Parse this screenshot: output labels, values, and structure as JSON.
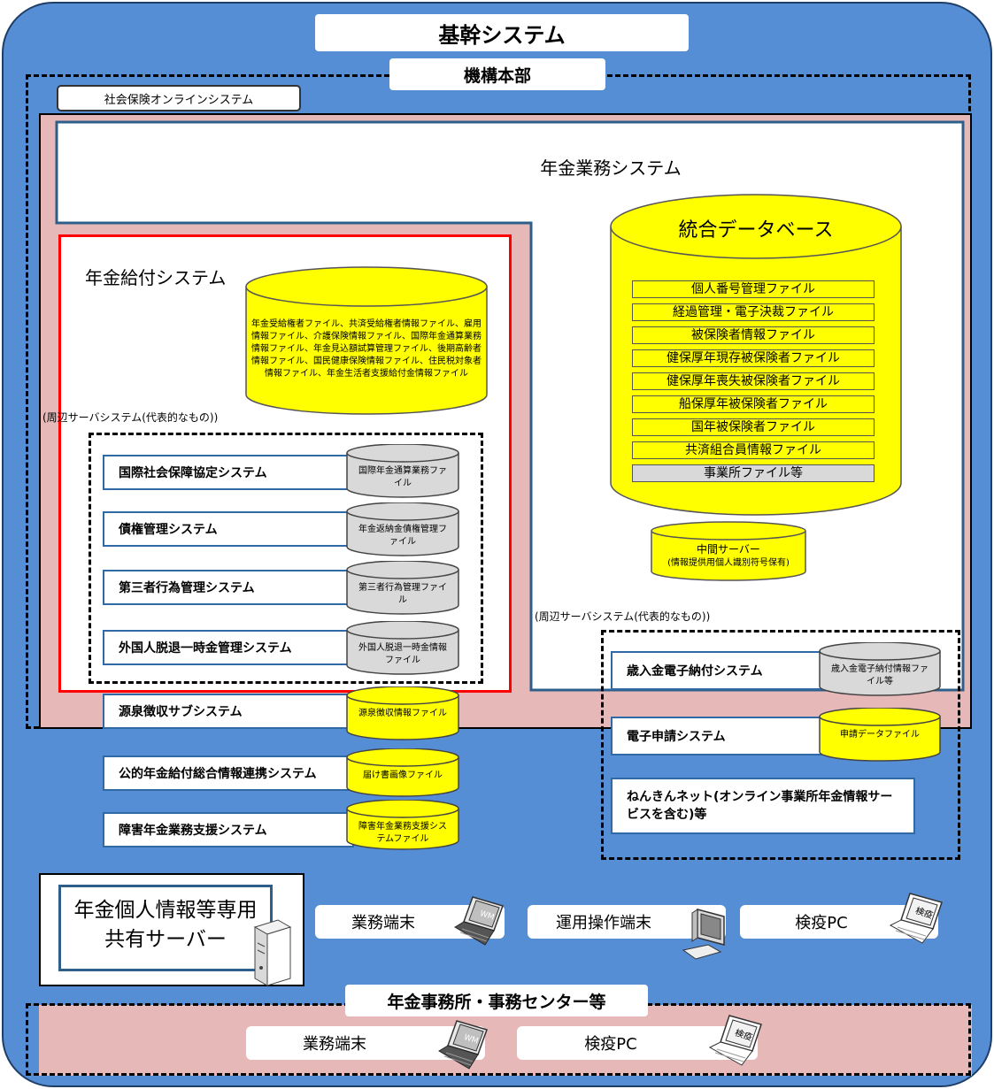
{
  "title": "基幹システム",
  "hq_label": "機構本部",
  "online_system_label": "社会保険オンラインシステム",
  "pension_business_system": "年金業務システム",
  "pension_benefit_system": "年金給付システム",
  "benefit_db_text": "年金受給権者ファイル、共済受給権者情報ファイル、雇用情報ファイル、介護保険情報ファイル、国際年金通算業務情報ファイル、年金見込額試算管理ファイル、後期高齢者情報ファイル、国民健康保険情報ファイル、住民税対象者情報ファイル、年金生活者支援給付金情報ファイル",
  "peripheral_label_left": "(周辺サーバシステム(代表的なもの))",
  "peripheral_label_right": "(周辺サーバシステム(代表的なもの))",
  "left_systems": [
    {
      "label": "国際社会保障協定システム",
      "db": "国際年金通算業務ファイル"
    },
    {
      "label": "債権管理システム",
      "db": "年金返納金債権管理ファイル"
    },
    {
      "label": "第三者行為管理システム",
      "db": "第三者行為管理ファイル"
    },
    {
      "label": "外国人脱退一時金管理システム",
      "db": "外国人脱退一時金情報ファイル"
    },
    {
      "label": "源泉徴収サブシステム",
      "db": "源泉徴収情報ファイル"
    },
    {
      "label": "公的年金給付総合情報連携システム",
      "db": "届け書画像ファイル"
    },
    {
      "label": "障害年金業務支援システム",
      "db": "障害年金業務支援システムファイル"
    }
  ],
  "integrated_db": {
    "title": "統合データベース",
    "files": [
      "個人番号管理ファイル",
      "経過管理・電子決裁ファイル",
      "被保険者情報ファイル",
      "健保厚年現存被保険者ファイル",
      "健保厚年喪失被保険者ファイル",
      "船保厚年被保険者ファイル",
      "国年被保険者ファイル",
      "共済組合員情報ファイル"
    ],
    "last_file": "事業所ファイル等"
  },
  "middle_server": {
    "line1": "中間サーバー",
    "line2": "(情報提供用個人識別符号保有)"
  },
  "right_systems": [
    {
      "label": "歳入金電子納付システム",
      "db": "歳入金電子納付情報ファイル等"
    },
    {
      "label": "電子申請システム",
      "db": "申請データファイル"
    }
  ],
  "nenkin_net": "ねんきんネット(オンライン事業所年金情報サービスを含む)等",
  "shared_server": "年金個人情報等専用共有サーバー",
  "terminals": {
    "business_terminal": "業務端末",
    "ops_terminal": "運用操作端末",
    "quarantine_pc": "検疫PC",
    "wm_badge": "WM",
    "quarantine_badge": "検疫"
  },
  "office_label": "年金事務所・事務センター等",
  "office_terminals": {
    "business_terminal": "業務端末",
    "quarantine_pc": "検疫PC"
  },
  "colors": {
    "outer_blue": "#558ed5",
    "pink": "#e6b9b8",
    "db_yellow": "#ffff00",
    "db_gray": "#d9d9d9",
    "red_border": "#ff0000"
  }
}
